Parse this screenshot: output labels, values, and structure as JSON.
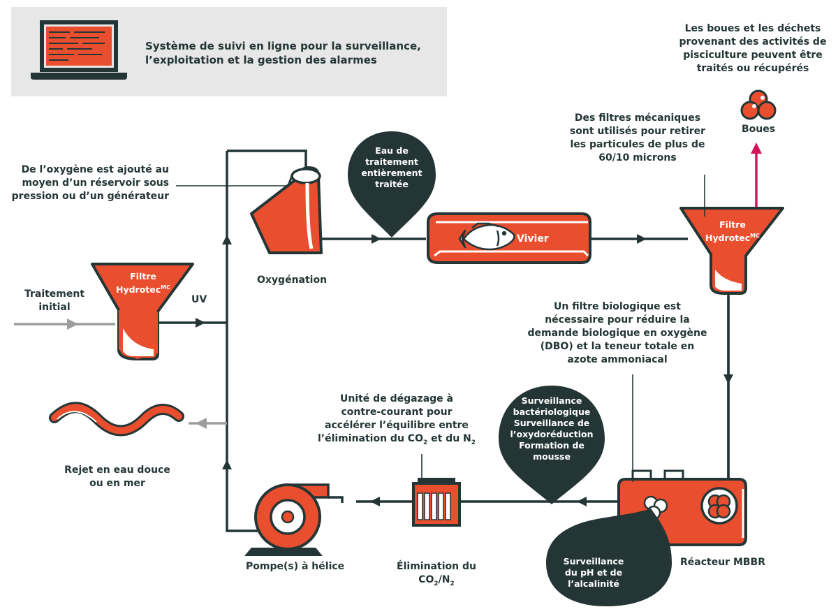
{
  "colors": {
    "accent": "#e94f2f",
    "dark": "#243535",
    "panel": "#e7e7e7",
    "grey_arrow": "#9d9d9d",
    "sludge_arrow": "#d4145a"
  },
  "banner": {
    "icon": "laptop-monitoring-icon",
    "text": "Système de suivi en ligne pour la surveillance,\nl’exploitation et la gestion des alarmes"
  },
  "notes": {
    "oxygen": "De l’oxygène est ajouté au\nmoyen d’un réservoir sous\npression ou d’un générateur",
    "mechanical": "Des filtres mécaniques\nsont utilisés pour retirer\nles particules de plus de\n60/10 microns",
    "sludge": "Les boues et les déchets\nprovenant des activités de\npisciculture peuvent être\ntraités ou récupérés",
    "biofilter": "Un filtre biologique est\nnécessaire pour réduire la\ndemande biologique en oxygène\n(DBO) et la teneur totale en\nazote ammoniacal",
    "degassing": {
      "line1": "Unité de dégazage à",
      "line2": "contre-courant pour",
      "line3": "accélérer l’équilibre entre",
      "line4_a": "l’élimination du CO",
      "sub2": "2",
      "line4_b": " et du N",
      "sub3": "2"
    }
  },
  "pins": {
    "treated_water": "Eau de\ntraitement\nentièrement\ntraitée",
    "monitoring": "Surveillance\nbactériologique\nSurveillance de\nl’oxydoréduction\nFormation de\nmousse",
    "ph": "Surveillance\ndu pH et de\nl’alcalinité"
  },
  "labels": {
    "initial_treatment": "Traitement\ninitial",
    "uv": "UV",
    "oxygenation": "Oxygénation",
    "vivier": "Vivier",
    "boues": "Boues",
    "mbbr": "Réacteur MBBR",
    "pump": "Pompe(s) à hélice",
    "discharge": "Rejet en eau douce\nou en mer",
    "co2_removal": {
      "line1": "Élimination du",
      "co": "CO",
      "sub1": "2",
      "slash": "/N",
      "sub2": "2"
    }
  },
  "filters": {
    "name": "Filtre",
    "brand": "Hydrotec",
    "mark": "MC"
  },
  "icons": [
    "laptop-monitoring-icon",
    "fish-icon",
    "sludge-balls-icon",
    "pump-icon",
    "degassing-unit-icon",
    "mbbr-reactor-icon",
    "oxygen-cone-icon",
    "wave-icon"
  ]
}
